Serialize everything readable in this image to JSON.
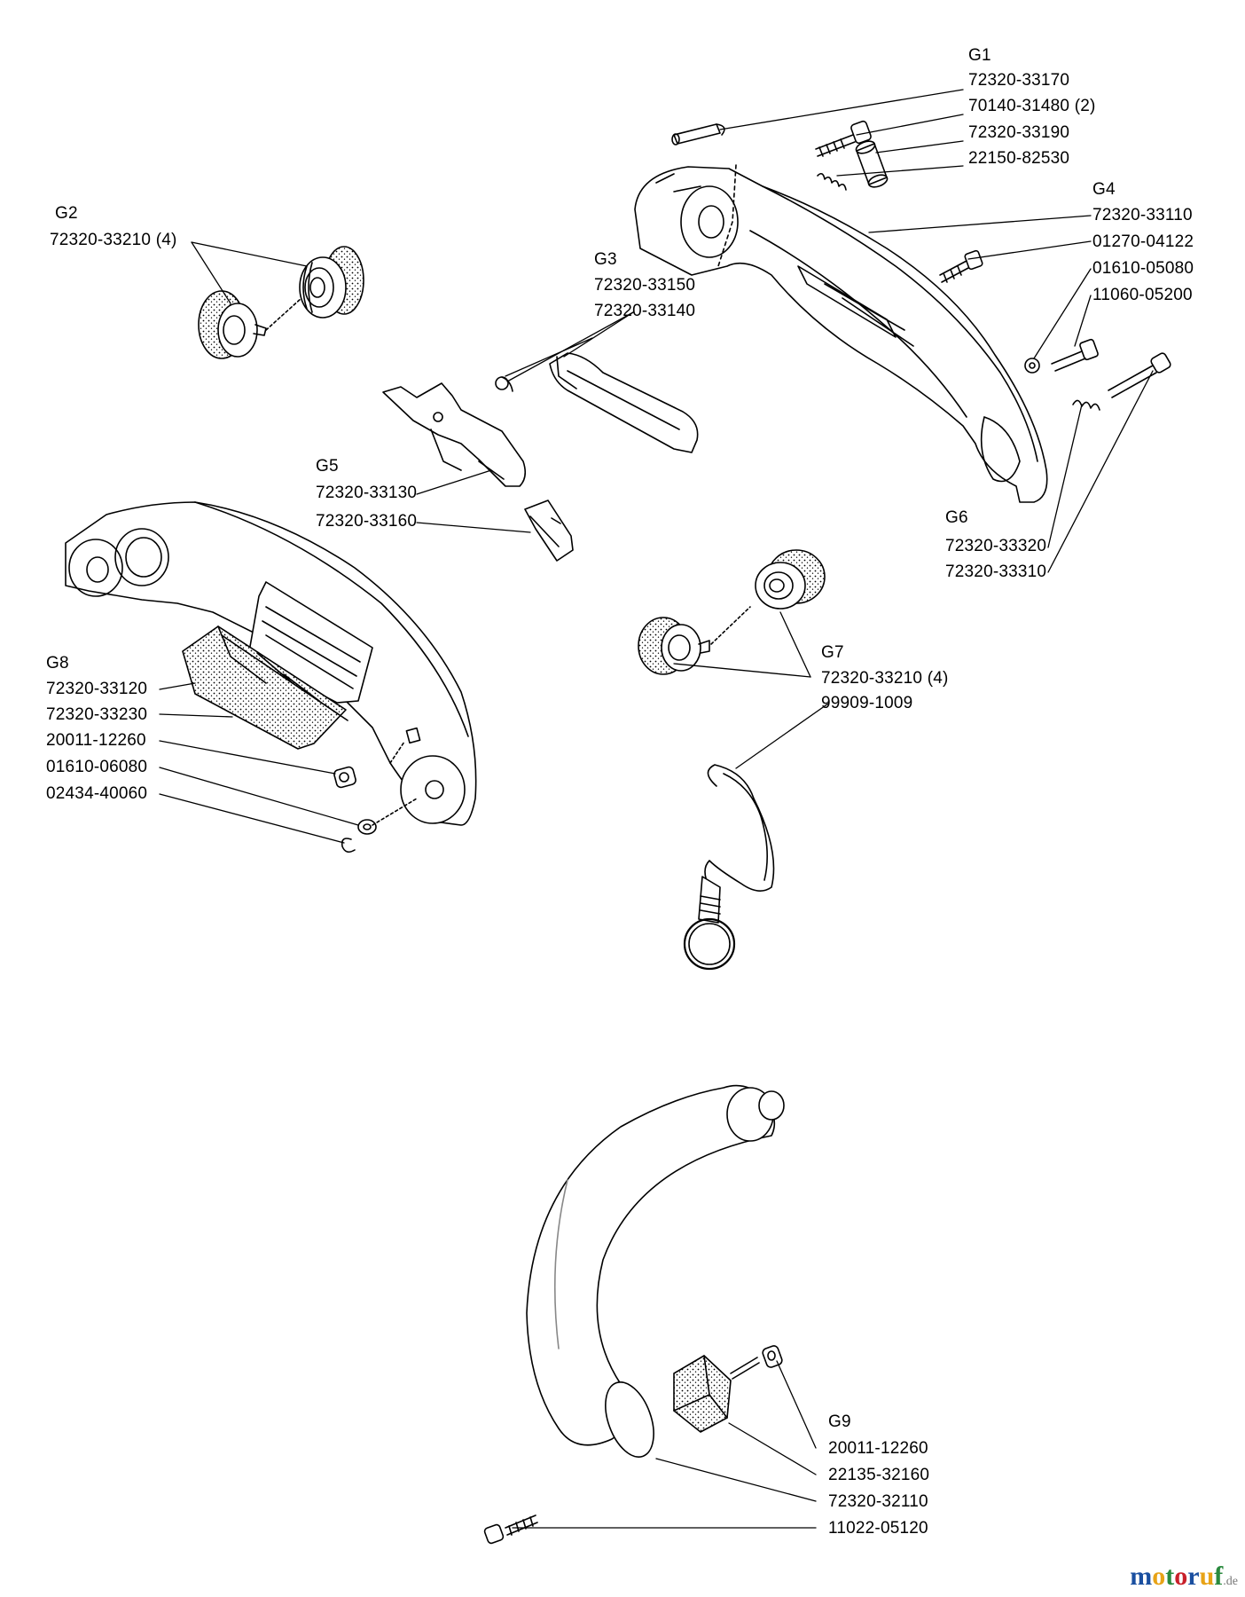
{
  "labels": {
    "g1": "G1",
    "g1_p1": "72320-33170",
    "g1_p2": "70140-31480",
    "g1_p2_qty": "(2)",
    "g1_p3": "72320-33190",
    "g1_p4": "22150-82530",
    "g2": "G2",
    "g2_p1": "72320-33210",
    "g2_p1_qty": "(4)",
    "g3": "G3",
    "g3_p1": "72320-33150",
    "g3_p2": "72320-33140",
    "g4": "G4",
    "g4_p1": "72320-33110",
    "g4_p2": "01270-04122",
    "g4_p3": "01610-05080",
    "g4_p4": "11060-05200",
    "g5": "G5",
    "g5_p1": "72320-33130",
    "g5_p2": "72320-33160",
    "g6": "G6",
    "g6_p1": "72320-33320",
    "g6_p2": "72320-33310",
    "g7": "G7",
    "g7_p1": "72320-33210",
    "g7_p1_qty": "(4)",
    "g7_p2": "99909-1009",
    "g8": "G8",
    "g8_p1": "72320-33120",
    "g8_p2": "72320-33230",
    "g8_p3": "20011-12260",
    "g8_p4": "01610-06080",
    "g8_p5": "02434-40060",
    "g9": "G9",
    "g9_p1": "20011-12260",
    "g9_p2": "22135-32160",
    "g9_p3": "72320-32110",
    "g9_p4": "11022-05120"
  },
  "watermark": {
    "name_m1": "m",
    "name_o1": "o",
    "name_t": "t",
    "name_o2": "o",
    "name_r": "r",
    "name_u": "u",
    "name_f": "f",
    "tld": ".de",
    "colors": [
      "#1a4fa0",
      "#e8a317",
      "#2a8a3e",
      "#c8202a"
    ]
  }
}
